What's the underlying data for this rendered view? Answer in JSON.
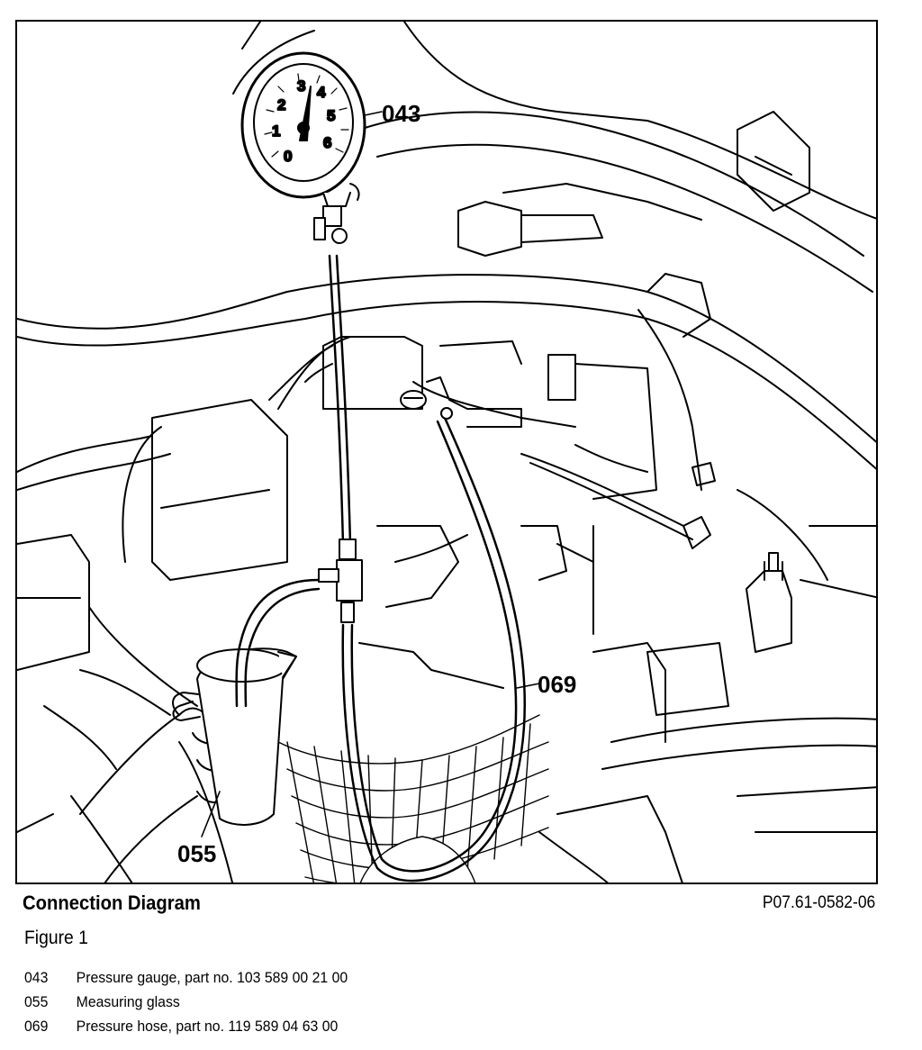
{
  "figure": {
    "callouts": [
      {
        "id": "043"
      },
      {
        "id": "055"
      },
      {
        "id": "069"
      }
    ],
    "gauge_scale": [
      "0",
      "1",
      "2",
      "3",
      "4",
      "5",
      "6"
    ]
  },
  "caption": {
    "title": "Connection Diagram",
    "reference": "P07.61-0582-06",
    "figure_label": "Figure 1"
  },
  "legend": [
    {
      "number": "043",
      "description": "Pressure gauge, part no. 103 589 00 21 00"
    },
    {
      "number": "055",
      "description": "Measuring glass"
    },
    {
      "number": "069",
      "description": "Pressure hose, part no. 119 589 04 63 00"
    }
  ]
}
